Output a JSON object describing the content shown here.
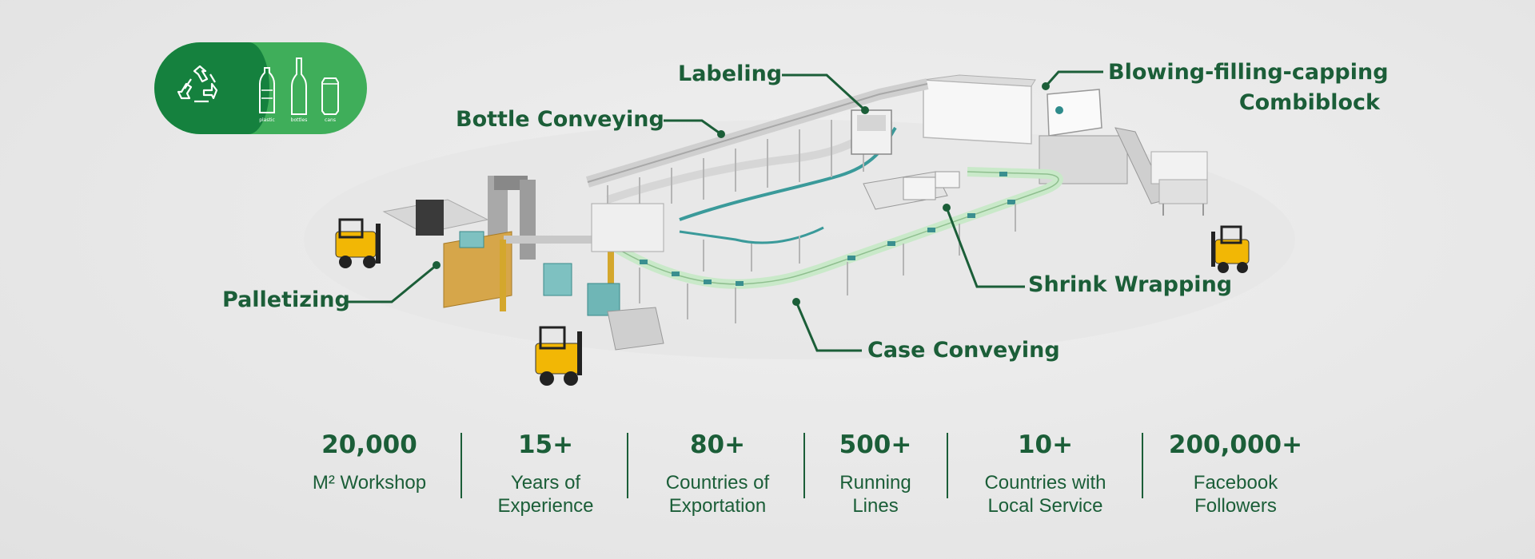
{
  "badge": {
    "items": [
      "plastic",
      "bottles",
      "cans"
    ]
  },
  "callouts": {
    "labeling": "Labeling",
    "bottle_conveying": "Bottle Conveying",
    "combiblock_line1": "Blowing-filling-capping",
    "combiblock_line2": "Combiblock",
    "palletizing": "Palletizing",
    "shrink_wrapping": "Shrink Wrapping",
    "case_conveying": "Case Conveying"
  },
  "stats": [
    {
      "value": "20,000",
      "label_line1": "M² Workshop",
      "label_line2": ""
    },
    {
      "value": "15+",
      "label_line1": "Years of",
      "label_line2": "Experience"
    },
    {
      "value": "80+",
      "label_line1": "Countries of",
      "label_line2": "Exportation"
    },
    {
      "value": "500+",
      "label_line1": "Running",
      "label_line2": "Lines"
    },
    {
      "value": "10+",
      "label_line1": "Countries with",
      "label_line2": "Local Service"
    },
    {
      "value": "200,000+",
      "label_line1": "Facebook",
      "label_line2": "Followers"
    }
  ],
  "colors": {
    "brand_green": "#1b5e38",
    "badge_dark": "#15813e",
    "badge_light": "#3fae5a",
    "conveyor_accent": "#2e8b8b",
    "forklift_yellow": "#f2b705"
  },
  "icons": [
    "recycle-icon",
    "plastic-bottle-icon",
    "glass-bottle-icon",
    "can-icon",
    "forklift-icon"
  ]
}
